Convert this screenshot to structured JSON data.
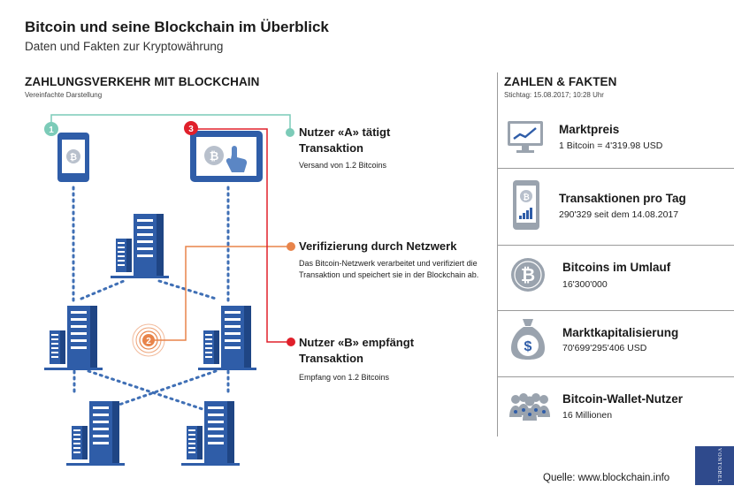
{
  "header": {
    "title": "Bitcoin und seine Blockchain im Überblick",
    "subtitle": "Daten und Fakten zur Kryptowährung"
  },
  "left_section": {
    "title": "ZAHLUNGSVERKEHR MIT BLOCKCHAIN",
    "subtitle": "Vereinfachte Darstellung"
  },
  "steps": [
    {
      "number": "1",
      "title": "Nutzer «A» tätigt Transaktion",
      "description": "Versand von 1.2 Bitcoins",
      "color": "#7ccbb8"
    },
    {
      "number": "2",
      "title": "Verifizierung durch Netzwerk",
      "description": "Das Bitcoin-Netzwerk verarbeitet und verifiziert die Transaktion und speichert sie in der Blockchain ab.",
      "color": "#e8844a"
    },
    {
      "number": "3",
      "title": "Nutzer «B» empfängt Transaktion",
      "description": "Empfang von 1.2 Bitcoins",
      "color": "#e0202b"
    }
  ],
  "right_section": {
    "title": "ZAHLEN & FAKTEN",
    "subtitle": "Stichtag: 15.08.2017; 10:28 Uhr"
  },
  "facts": [
    {
      "label": "Marktpreis",
      "value": "1 Bitcoin = 4'319.98 USD",
      "icon": "monitor-chart-icon"
    },
    {
      "label": "Transaktionen pro Tag",
      "value": "290'329 seit dem 14.08.2017",
      "icon": "phone-bitcoin-icon"
    },
    {
      "label": "Bitcoins im Umlauf",
      "value": "16'300'000",
      "icon": "bitcoin-coin-icon"
    },
    {
      "label": "Marktkapitalisierung",
      "value": "70'699'295'406 USD",
      "icon": "money-bag-icon"
    },
    {
      "label": "Bitcoin-Wallet-Nutzer",
      "value": "16 Millionen",
      "icon": "users-group-icon"
    }
  ],
  "footer": {
    "source": "Quelle: www.blockchain.info",
    "logo_text": "VONTOBEL"
  },
  "colors": {
    "blue": "#2f5da8",
    "light_blue": "#5b86c4",
    "gray_icon": "#9aa3ae",
    "teal": "#7ccbb8",
    "orange": "#e8844a",
    "red": "#e0202b"
  }
}
